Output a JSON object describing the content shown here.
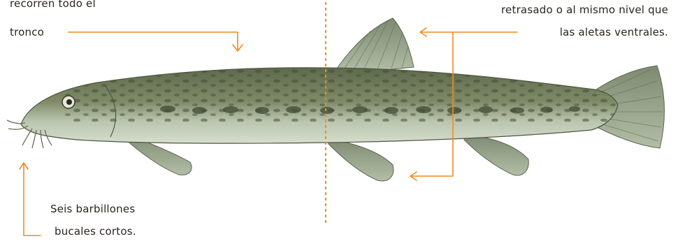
{
  "annotations": {
    "trunk_marks": {
      "line1": "recorren todo el",
      "line2": "tronco"
    },
    "dorsal_fin": {
      "line1": "retrasado o al mismo nivel que",
      "line2": "las aletas ventrales."
    },
    "barbels": {
      "line1": "Seis barbillones",
      "line2": "bucales cortos."
    }
  },
  "colors": {
    "annotation_line": "#f28a1e",
    "fish_back": "#5f6a4d",
    "fish_belly": "#d3dbc8",
    "fish_spots": "#3f4a33",
    "fins": "#8f9a84"
  },
  "illustration": "loach-fish"
}
